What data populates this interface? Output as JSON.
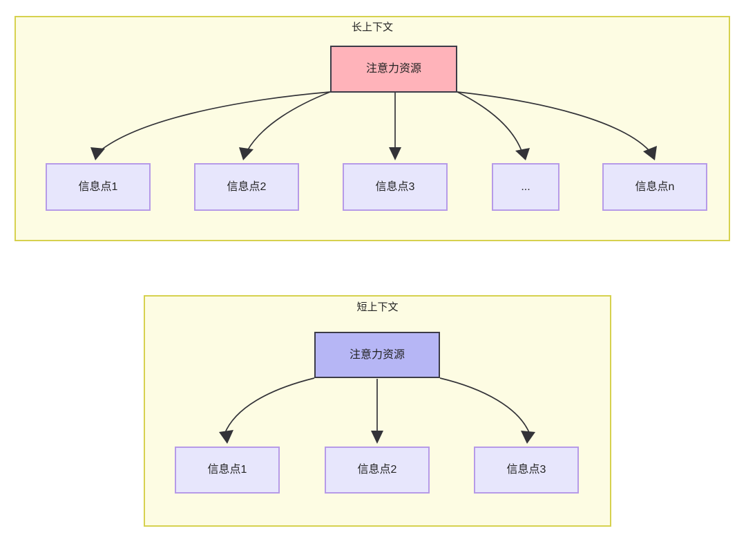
{
  "diagram": {
    "type": "node-link",
    "background": "#ffffff",
    "colors": {
      "group_fill": "#fdfce3",
      "group_border": "#d6d14e",
      "attention_long_fill": "#ffb3ba",
      "attention_short_fill": "#b6b6f5",
      "attention_border": "#3b3b47",
      "info_fill": "#e7e6fc",
      "info_border": "#b69ae8",
      "edge_stroke": "#333338",
      "text": "#232323"
    },
    "groups": [
      {
        "id": "long-context",
        "title": "长上下文",
        "root": {
          "id": "attn-long",
          "label": "注意力资源"
        },
        "children": [
          {
            "id": "info-long-1",
            "label": "信息点1"
          },
          {
            "id": "info-long-2",
            "label": "信息点2"
          },
          {
            "id": "info-long-3",
            "label": "信息点3"
          },
          {
            "id": "info-long-ellipsis",
            "label": "..."
          },
          {
            "id": "info-long-n",
            "label": "信息点n"
          }
        ]
      },
      {
        "id": "short-context",
        "title": "短上下文",
        "root": {
          "id": "attn-short",
          "label": "注意力资源"
        },
        "children": [
          {
            "id": "info-short-1",
            "label": "信息点1"
          },
          {
            "id": "info-short-2",
            "label": "信息点2"
          },
          {
            "id": "info-short-3",
            "label": "信息点3"
          }
        ]
      }
    ]
  }
}
